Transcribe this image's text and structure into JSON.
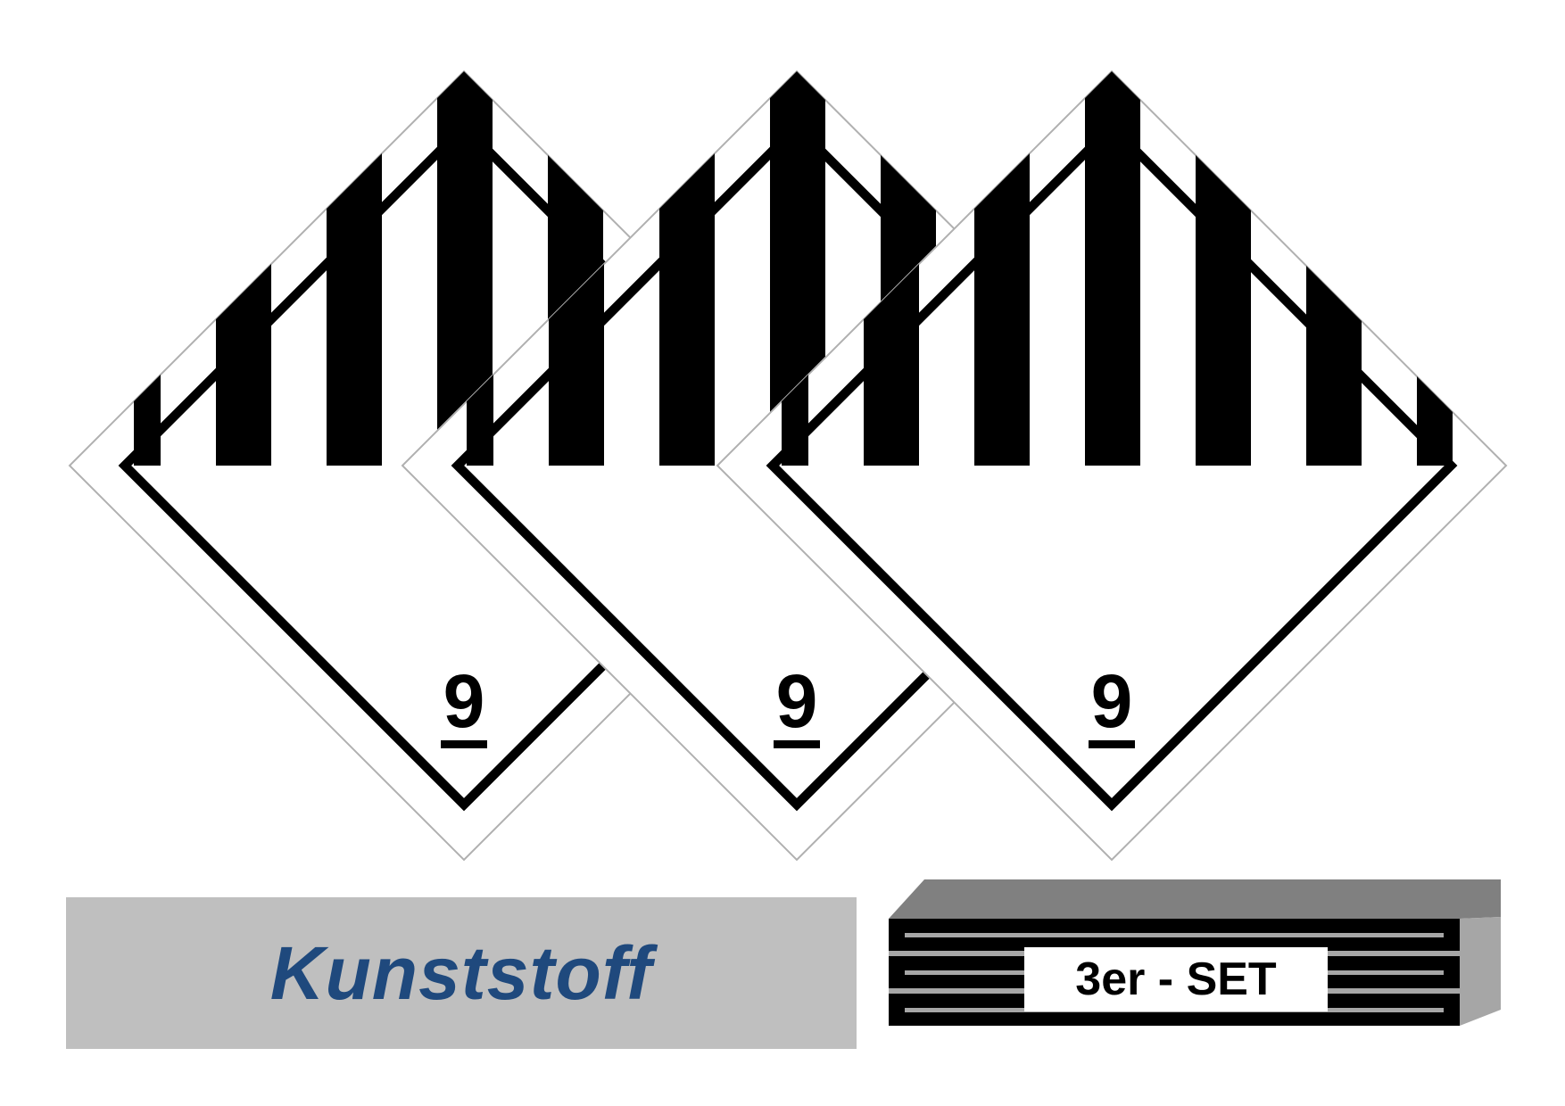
{
  "signs": [
    {
      "class_number": "9",
      "style": "hazard-label-class-9"
    },
    {
      "class_number": "9",
      "style": "hazard-label-class-9"
    },
    {
      "class_number": "9",
      "style": "hazard-label-class-9"
    }
  ],
  "material": {
    "label": "Kunststoff",
    "text_color": "#1f497d",
    "background_color": "#bfbfbf"
  },
  "set": {
    "label": "3er - SET"
  },
  "colors": {
    "sign_black": "#000000",
    "sign_white": "#ffffff",
    "stack_top": "#808080",
    "stack_side": "#a6a6a6"
  }
}
